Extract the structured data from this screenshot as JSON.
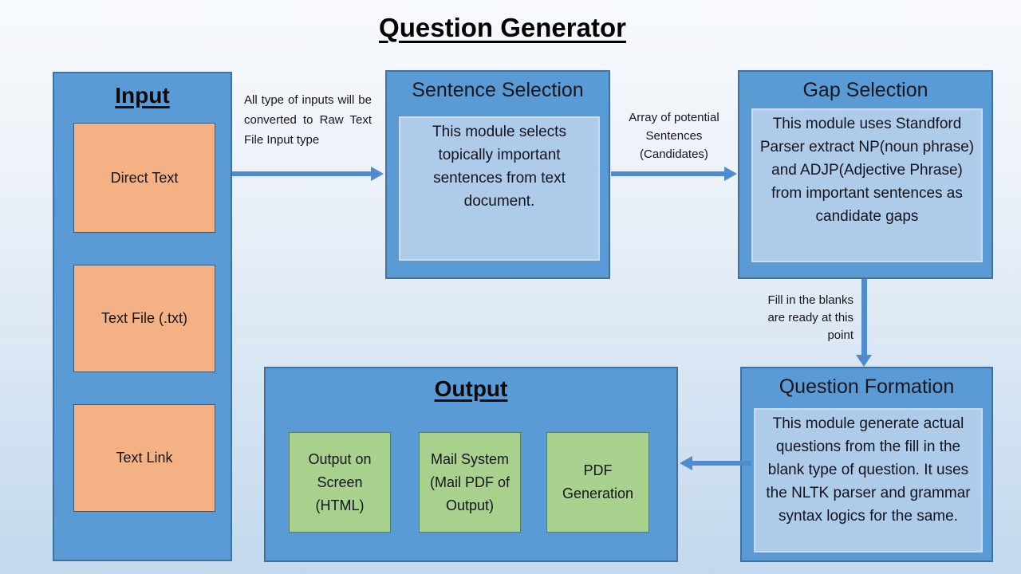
{
  "title": "Question Generator",
  "colors": {
    "container_blue": "#5b9bd5",
    "container_border": "#41719c",
    "inner_blue": "#aecbea",
    "orange": "#f4b183",
    "green": "#a9d18e",
    "arrow_blue": "#4e8cce",
    "background_top": "#f8fafd",
    "background_bottom": "#c3d8ee"
  },
  "input": {
    "title": "Input",
    "items": [
      "Direct Text",
      "Text File (.txt)",
      "Text Link"
    ]
  },
  "sentence_selection": {
    "title": "Sentence Selection",
    "body": "This module selects topically important sentences from text document."
  },
  "gap_selection": {
    "title": "Gap Selection",
    "body": "This module uses Standford Parser extract NP(noun phrase) and ADJP(Adjective Phrase) from important sentences as candidate gaps"
  },
  "question_formation": {
    "title": "Question Formation",
    "body": "This module generate actual questions from the fill in the blank type of question. It uses the NLTK parser and grammar syntax logics for the same."
  },
  "output": {
    "title": "Output",
    "items": [
      "Output on Screen (HTML)",
      "Mail System (Mail PDF of Output)",
      "PDF Generation"
    ]
  },
  "annotations": {
    "input_to_sentence": "All type of inputs will be converted to Raw Text File Input type",
    "sentence_to_gap": "Array of potential Sentences (Candidates)",
    "gap_to_question": "Fill in the blanks are ready at this point"
  }
}
